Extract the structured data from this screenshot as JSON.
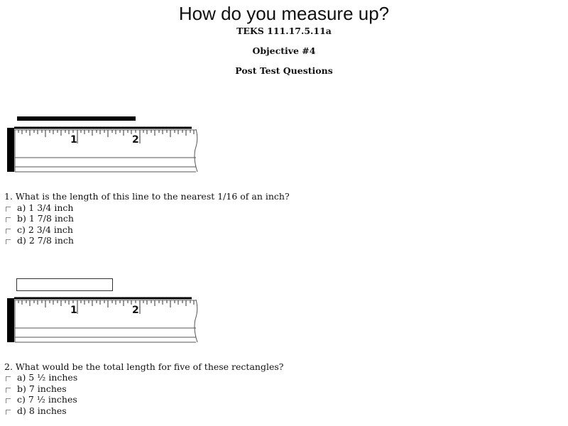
{
  "header": {
    "title": "How do you measure up?",
    "teks": "TEKS 111.17.5.11a",
    "objective": "Objective #4",
    "section": "Post Test Questions"
  },
  "figures": [
    {
      "type": "ruler-with-line",
      "ruler_labels": [
        "1",
        "2"
      ],
      "measured_object": "black line"
    },
    {
      "type": "ruler-with-rectangle",
      "ruler_labels": [
        "1",
        "2"
      ],
      "measured_object": "rectangle"
    }
  ],
  "questions": [
    {
      "text": "1. What is the length of this line to the nearest 1/16 of an inch?",
      "options": [
        {
          "label": "a) 1 3/4 inch"
        },
        {
          "label": "b) 1 7/8 inch"
        },
        {
          "label": "c) 2 3/4 inch"
        },
        {
          "label": "d) 2 7/8 inch"
        }
      ]
    },
    {
      "text": "2. What would be the total length for five of these rectangles?",
      "options": [
        {
          "label": "a) 5 ½ inches"
        },
        {
          "label": "b) 7 inches"
        },
        {
          "label": "c) 7 ½ inches"
        },
        {
          "label": "d) 8 inches"
        }
      ]
    }
  ]
}
